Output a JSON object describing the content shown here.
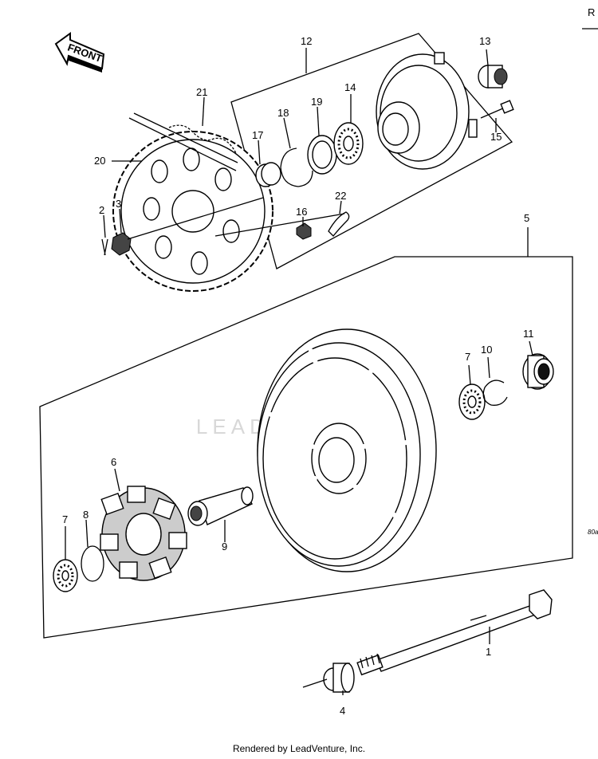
{
  "header": {
    "corner_letter": "R",
    "front_label": "FRONT"
  },
  "callouts": {
    "c1": "1",
    "c2": "2",
    "c3": "3",
    "c4": "4",
    "c5": "5",
    "c6": "6",
    "c7a": "7",
    "c7b": "7",
    "c8": "8",
    "c9": "9",
    "c10": "10",
    "c11": "11",
    "c12": "12",
    "c13": "13",
    "c14": "14",
    "c15": "15",
    "c16": "16",
    "c17": "17",
    "c18": "18",
    "c19": "19",
    "c20": "20",
    "c21": "21",
    "c22": "22"
  },
  "side_code": "80a",
  "watermark": "LEADVENTURE",
  "footer": {
    "text": "Rendered by LeadVenture, Inc."
  }
}
